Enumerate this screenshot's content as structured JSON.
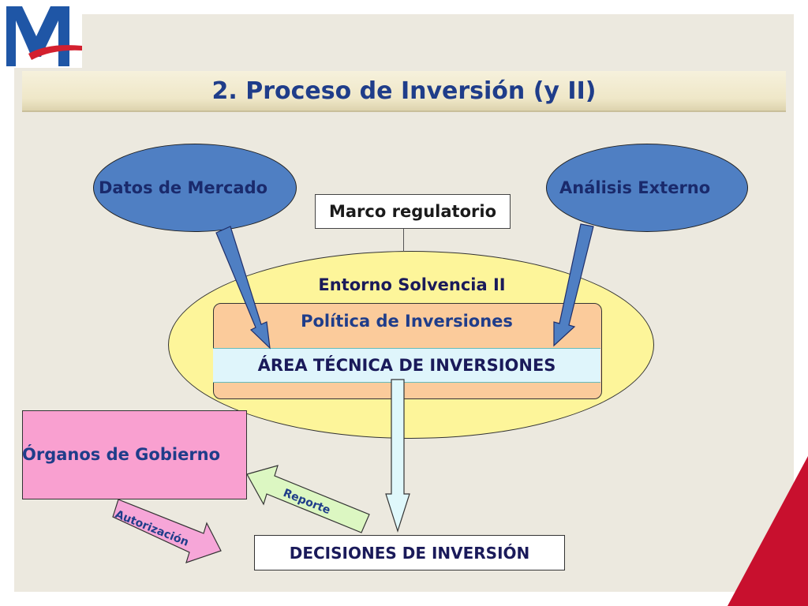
{
  "title": "2. Proceso de Inversión (y II)",
  "nodes": {
    "datos_mercado": "Datos de Mercado",
    "analisis_externo": "Análisis Externo",
    "marco_regulatorio": "Marco regulatorio",
    "entorno": "Entorno Solvencia II",
    "politica": "Política de Inversiones",
    "area_tecnica": "ÁREA TÉCNICA DE INVERSIONES",
    "organos": "Órganos de Gobierno",
    "decisiones": "DECISIONES DE INVERSIÓN"
  },
  "arrows": {
    "reporte": "Reporte",
    "autorizacion": "Autorización"
  },
  "colors": {
    "title_text": "#1f3d8a",
    "blue_ellipse": "#4f7fc3",
    "yellow_ellipse": "#fdf59a",
    "politica_fill": "#fbcb9b",
    "area_fill": "#dff5fb",
    "organos_fill": "#f9a0d0",
    "accent_red": "#c8102e"
  },
  "icons": {
    "logo": "m-logo-icon"
  }
}
